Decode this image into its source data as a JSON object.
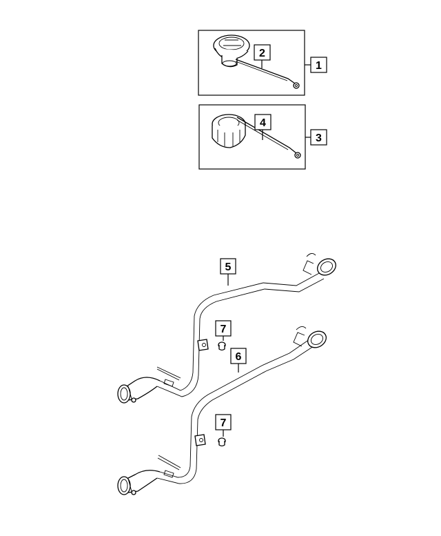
{
  "callouts": {
    "c1": "1",
    "c2": "2",
    "c3": "3",
    "c4": "4",
    "c5": "5",
    "c6": "6",
    "c7a": "7",
    "c7b": "7"
  },
  "colors": {
    "line": "#000000",
    "background": "#ffffff"
  },
  "icons": {
    "fuel_cap_tethered": "fuel-cap-with-tether-icon",
    "fuel_cap_locking": "locking-fuel-cap-with-tether-icon",
    "filler_tube_upper": "fuel-filler-tube-icon",
    "filler_tube_lower": "fuel-filler-tube-icon",
    "bolt": "bolt-icon"
  }
}
